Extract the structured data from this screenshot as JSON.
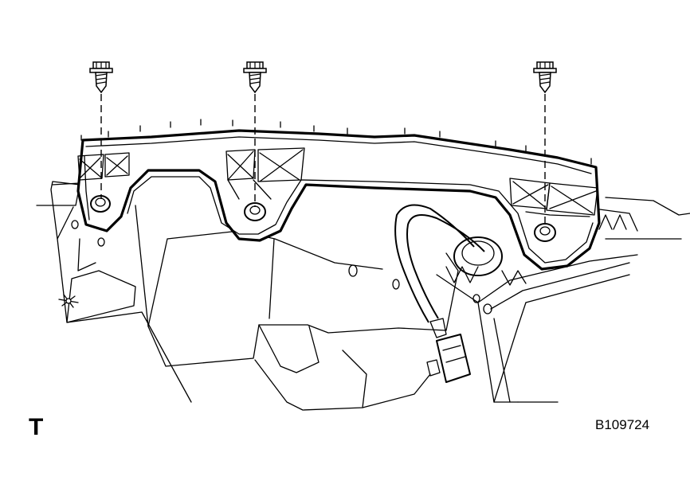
{
  "diagram": {
    "torque_symbol": "T",
    "figure_code": "B109724",
    "callouts": [
      {
        "part": "bolt",
        "name": "bolt-left"
      },
      {
        "part": "bolt",
        "name": "bolt-center"
      },
      {
        "part": "bolt",
        "name": "bolt-right"
      }
    ],
    "colors": {
      "line": "#000000",
      "background": "#ffffff"
    }
  }
}
